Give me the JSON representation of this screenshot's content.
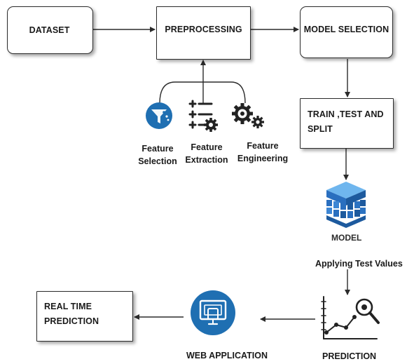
{
  "boxes": {
    "dataset": "DATASET",
    "preprocessing": "PREPROCESSING",
    "model_selection": "MODEL SELECTION",
    "train_test_split_line1": "TRAIN ,TEST AND",
    "train_test_split_line2": "SPLIT",
    "real_time_line1": "REAL TIME",
    "real_time_line2": "PREDICTION"
  },
  "features": {
    "selection_line1": "Feature",
    "selection_line2": "Selection",
    "extraction_line1": "Feature",
    "extraction_line2": "Extraction",
    "engineering_line1": "Feature",
    "engineering_line2": "Engineering"
  },
  "labels": {
    "model": "MODEL",
    "applying": "Applying Test Values",
    "prediction": "PREDICTION",
    "web_application": "WEB APPLICATION"
  },
  "colors": {
    "accent_blue": "#1f6fb2",
    "model_blue": "#2a6fbf",
    "arrow": "#2b2b2b"
  },
  "icons": {
    "feature_selection": "funnel-filter-icon",
    "feature_extraction": "plus-minus-gear-icon",
    "feature_engineering": "gears-icon",
    "model": "stacked-cube-icon",
    "prediction": "line-chart-magnifier-icon",
    "web_application": "web-app-monitor-icon"
  }
}
